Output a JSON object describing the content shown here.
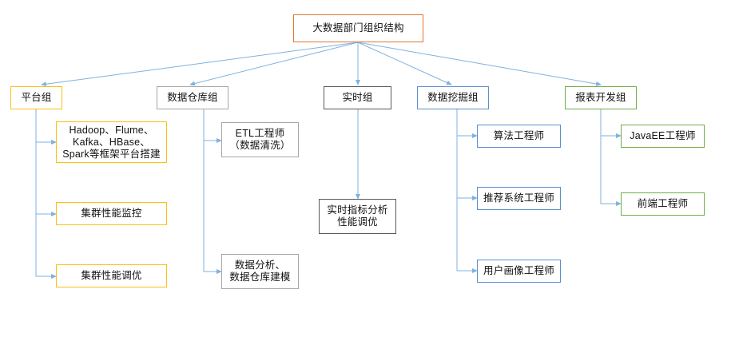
{
  "diagram": {
    "type": "org-chart",
    "title": "大数据部门组织结构",
    "watermark": "",
    "colors": {
      "root": "#E2762E",
      "platform": "#FDBE14",
      "warehouse": "#A6A6A6",
      "realtime": "#595959",
      "mining": "#5B8FD0",
      "report": "#70AD47",
      "connector": "#7FB2DF"
    },
    "root": {
      "label": "大数据部门组织结构"
    },
    "groups": [
      {
        "label": "平台组",
        "color_key": "platform",
        "children": [
          {
            "label": "Hadoop、Flume、\nKafka、HBase、\nSpark等框架平台搭建"
          },
          {
            "label": "集群性能监控"
          },
          {
            "label": "集群性能调优"
          }
        ]
      },
      {
        "label": "数据仓库组",
        "color_key": "warehouse",
        "children": [
          {
            "label": "ETL工程师\n（数据清洗）"
          },
          {
            "label": "数据分析、\n数据仓库建模"
          }
        ]
      },
      {
        "label": "实时组",
        "color_key": "realtime",
        "children": [
          {
            "label": "实时指标分析\n性能调优"
          }
        ]
      },
      {
        "label": "数据挖掘组",
        "color_key": "mining",
        "children": [
          {
            "label": "算法工程师"
          },
          {
            "label": "推荐系统工程师"
          },
          {
            "label": "用户画像工程师"
          }
        ]
      },
      {
        "label": "报表开发组",
        "color_key": "report",
        "children": [
          {
            "label": "JavaEE工程师"
          },
          {
            "label": "前端工程师"
          }
        ]
      }
    ]
  }
}
